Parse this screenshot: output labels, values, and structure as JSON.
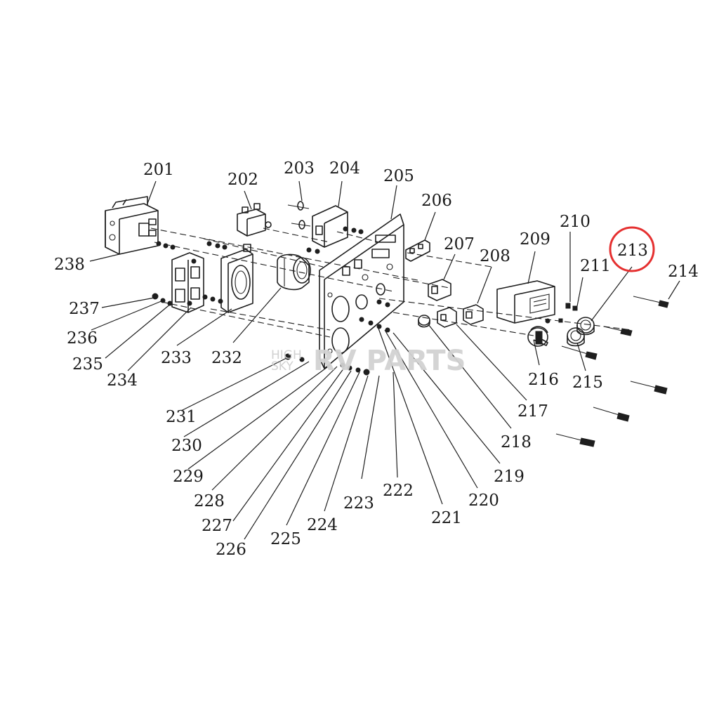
{
  "diagram": {
    "callouts": [
      "201",
      "202",
      "203",
      "204",
      "205",
      "206",
      "207",
      "208",
      "209",
      "210",
      "211",
      "213",
      "214",
      "215",
      "216",
      "217",
      "218",
      "219",
      "220",
      "221",
      "222",
      "223",
      "224",
      "225",
      "226",
      "227",
      "228",
      "229",
      "230",
      "231",
      "232",
      "233",
      "234",
      "235",
      "236",
      "237",
      "238"
    ],
    "highlighted": "213",
    "highlight_color": "#e53030"
  },
  "watermark": {
    "line1": "HIGH",
    "line2": "SKY",
    "brand": "RV PARTS"
  }
}
